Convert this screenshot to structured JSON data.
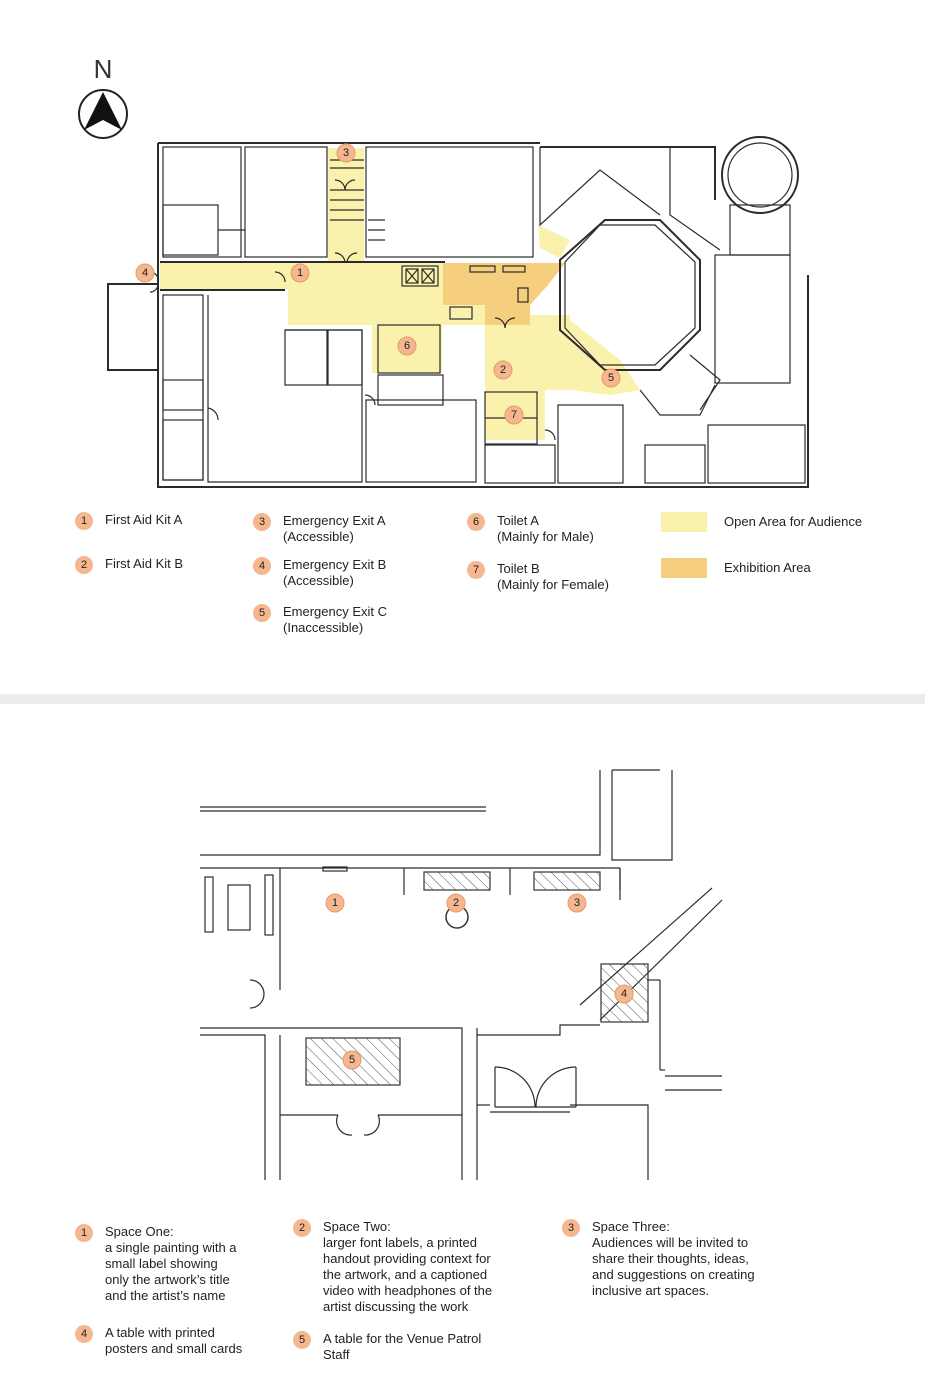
{
  "compass": {
    "label": "N"
  },
  "map_markers": [
    "1",
    "2",
    "3",
    "4",
    "5",
    "6",
    "7"
  ],
  "legend_top": [
    {
      "num": "1",
      "text": "First Aid Kit A"
    },
    {
      "num": "2",
      "text": "First Aid Kit B"
    },
    {
      "num": "3",
      "text": "Emergency Exit A\n(Accessible)"
    },
    {
      "num": "4",
      "text": "Emergency Exit B\n(Accessible)"
    },
    {
      "num": "5",
      "text": "Emergency Exit C\n(Inaccessible)"
    },
    {
      "num": "6",
      "text": "Toilet A\n(Mainly for Male)"
    },
    {
      "num": "7",
      "text": "Toilet B\n(Mainly for Female)"
    }
  ],
  "area_legend": [
    {
      "label": "Open Area for Audience",
      "color": "#faf2ac"
    },
    {
      "label": "Exhibition Area",
      "color": "#f5cf7e"
    }
  ],
  "legend_bottom": [
    {
      "num": "1",
      "text": "Space One:\na single painting with a\nsmall label showing\nonly the artwork’s title\nand the artist’s name"
    },
    {
      "num": "2",
      "text": "Space Two:\nlarger font labels, a printed\nhandout providing context for\nthe artwork, and a captioned\nvideo with headphones of the\nartist discussing the work"
    },
    {
      "num": "3",
      "text": "Space Three:\nAudiences will be invited to\nshare their thoughts, ideas,\nand suggestions on creating\ninclusive art spaces."
    },
    {
      "num": "4",
      "text": "A table with printed\nposters and small cards"
    },
    {
      "num": "5",
      "text": "A table for the Venue Patrol\nStaff"
    }
  ],
  "colors": {
    "marker": "#f4b78f",
    "open_area": "#faf2ac",
    "exhibition_area": "#f5cf7e"
  }
}
